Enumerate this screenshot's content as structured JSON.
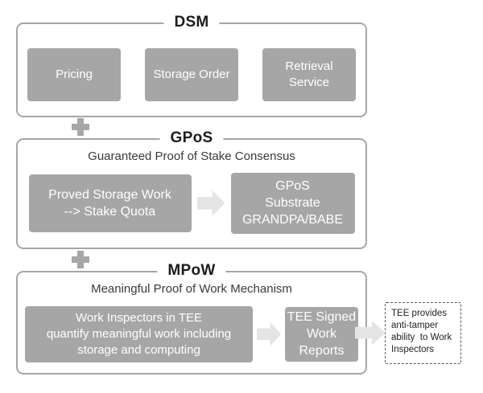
{
  "diagram_title": "Crust layered mechanism diagram",
  "colors": {
    "box_fill": "#a6a6a6",
    "box_text": "#ffffff",
    "container_border": "#a6a6a6",
    "title_text": "#1c1c1c",
    "subtitle_text": "#3a3a3a",
    "arrow_fill": "#e4e4e4",
    "plus_connector": "#a6a6a6",
    "note_border": "#595959",
    "note_text": "#1f1f1f"
  },
  "sections": [
    {
      "id": "dsm",
      "title": "DSM",
      "subtitle": "",
      "boxes": [
        "Pricing",
        "Storage Order",
        "Retrieval\nService"
      ]
    },
    {
      "id": "gpos",
      "title": "GPoS",
      "subtitle": "Guaranteed Proof of Stake Consensus",
      "boxes": [
        "Proved Storage Work\n--> Stake Quota",
        "GPoS\nSubstrate\nGRANDPA/BABE"
      ]
    },
    {
      "id": "mpow",
      "title": "MPoW",
      "subtitle": "Meaningful Proof of Work Mechanism",
      "boxes": [
        "Work Inspectors in TEE\nquantify meaningful work including\nstorage and computing",
        "TEE Signed\nWork\nReports"
      ]
    }
  ],
  "note": {
    "text": "TEE provides\nanti-tamper\nability  to Work\nInspectors"
  }
}
